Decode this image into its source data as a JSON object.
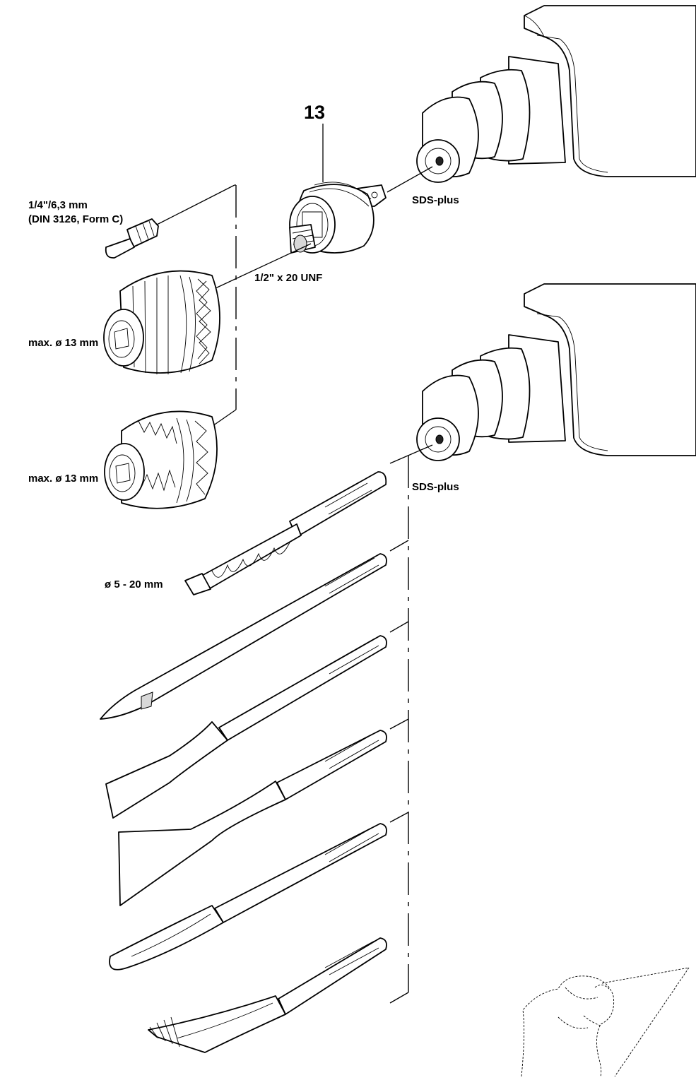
{
  "labels": {
    "part_number": "13",
    "bit_size": "1/4\"/6,3 mm",
    "bit_standard": "(DIN 3126, Form C)",
    "thread": "1/2\" x 20 UNF",
    "sds_top": "SDS-plus",
    "sds_bottom": "SDS-plus",
    "keyless_chuck": "max. ø 13 mm",
    "key_chuck": "max. ø 13 mm",
    "drill_bit_range": "ø 5 - 20 mm"
  }
}
